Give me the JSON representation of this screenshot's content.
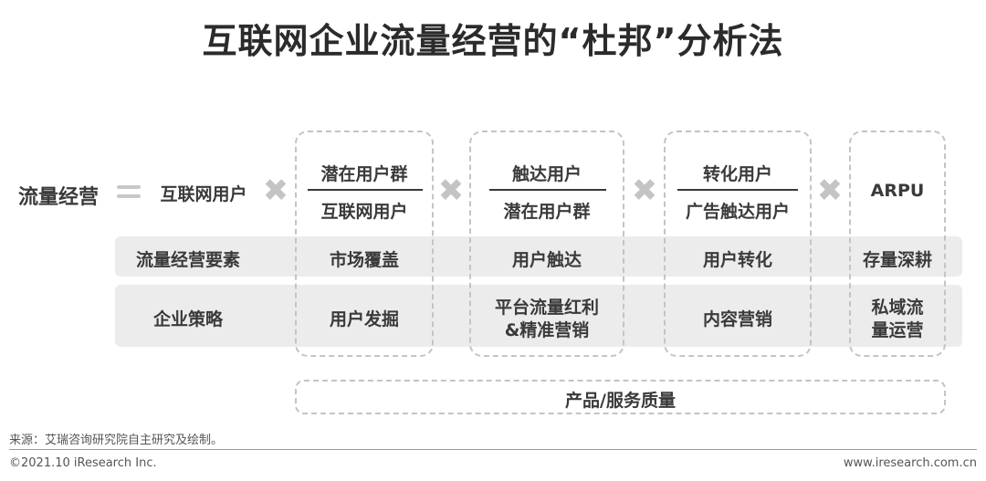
{
  "title": "互联网企业流量经营的“杜邦”分析法",
  "formula": {
    "lhs": "流量经营",
    "base": "互联网用户",
    "multiply_symbol": "✖",
    "fractions": [
      {
        "numerator": "潜在用户群",
        "denominator": "互联网用户"
      },
      {
        "numerator": "触达用户",
        "denominator": "潜在用户群"
      },
      {
        "numerator": "转化用户",
        "denominator": "广告触达用户"
      }
    ],
    "last": "ARPU"
  },
  "rows": {
    "elements": {
      "label": "流量经营要素",
      "cells": [
        "市场覆盖",
        "用户触达",
        "用户转化",
        "存量深耕"
      ]
    },
    "strategy": {
      "label": "企业策略",
      "cells": [
        [
          "用户发掘"
        ],
        [
          "平台流量红利",
          "&精准营销"
        ],
        [
          "内容营销"
        ],
        [
          "私域流",
          "量运营"
        ]
      ]
    }
  },
  "bottom_box": "产品/服务质量",
  "footer": {
    "source": "来源：艾瑞咨询研究院自主研究及绘制。",
    "copyright": "©2021.10 iResearch Inc.",
    "website": "www.iresearch.com.cn"
  }
}
